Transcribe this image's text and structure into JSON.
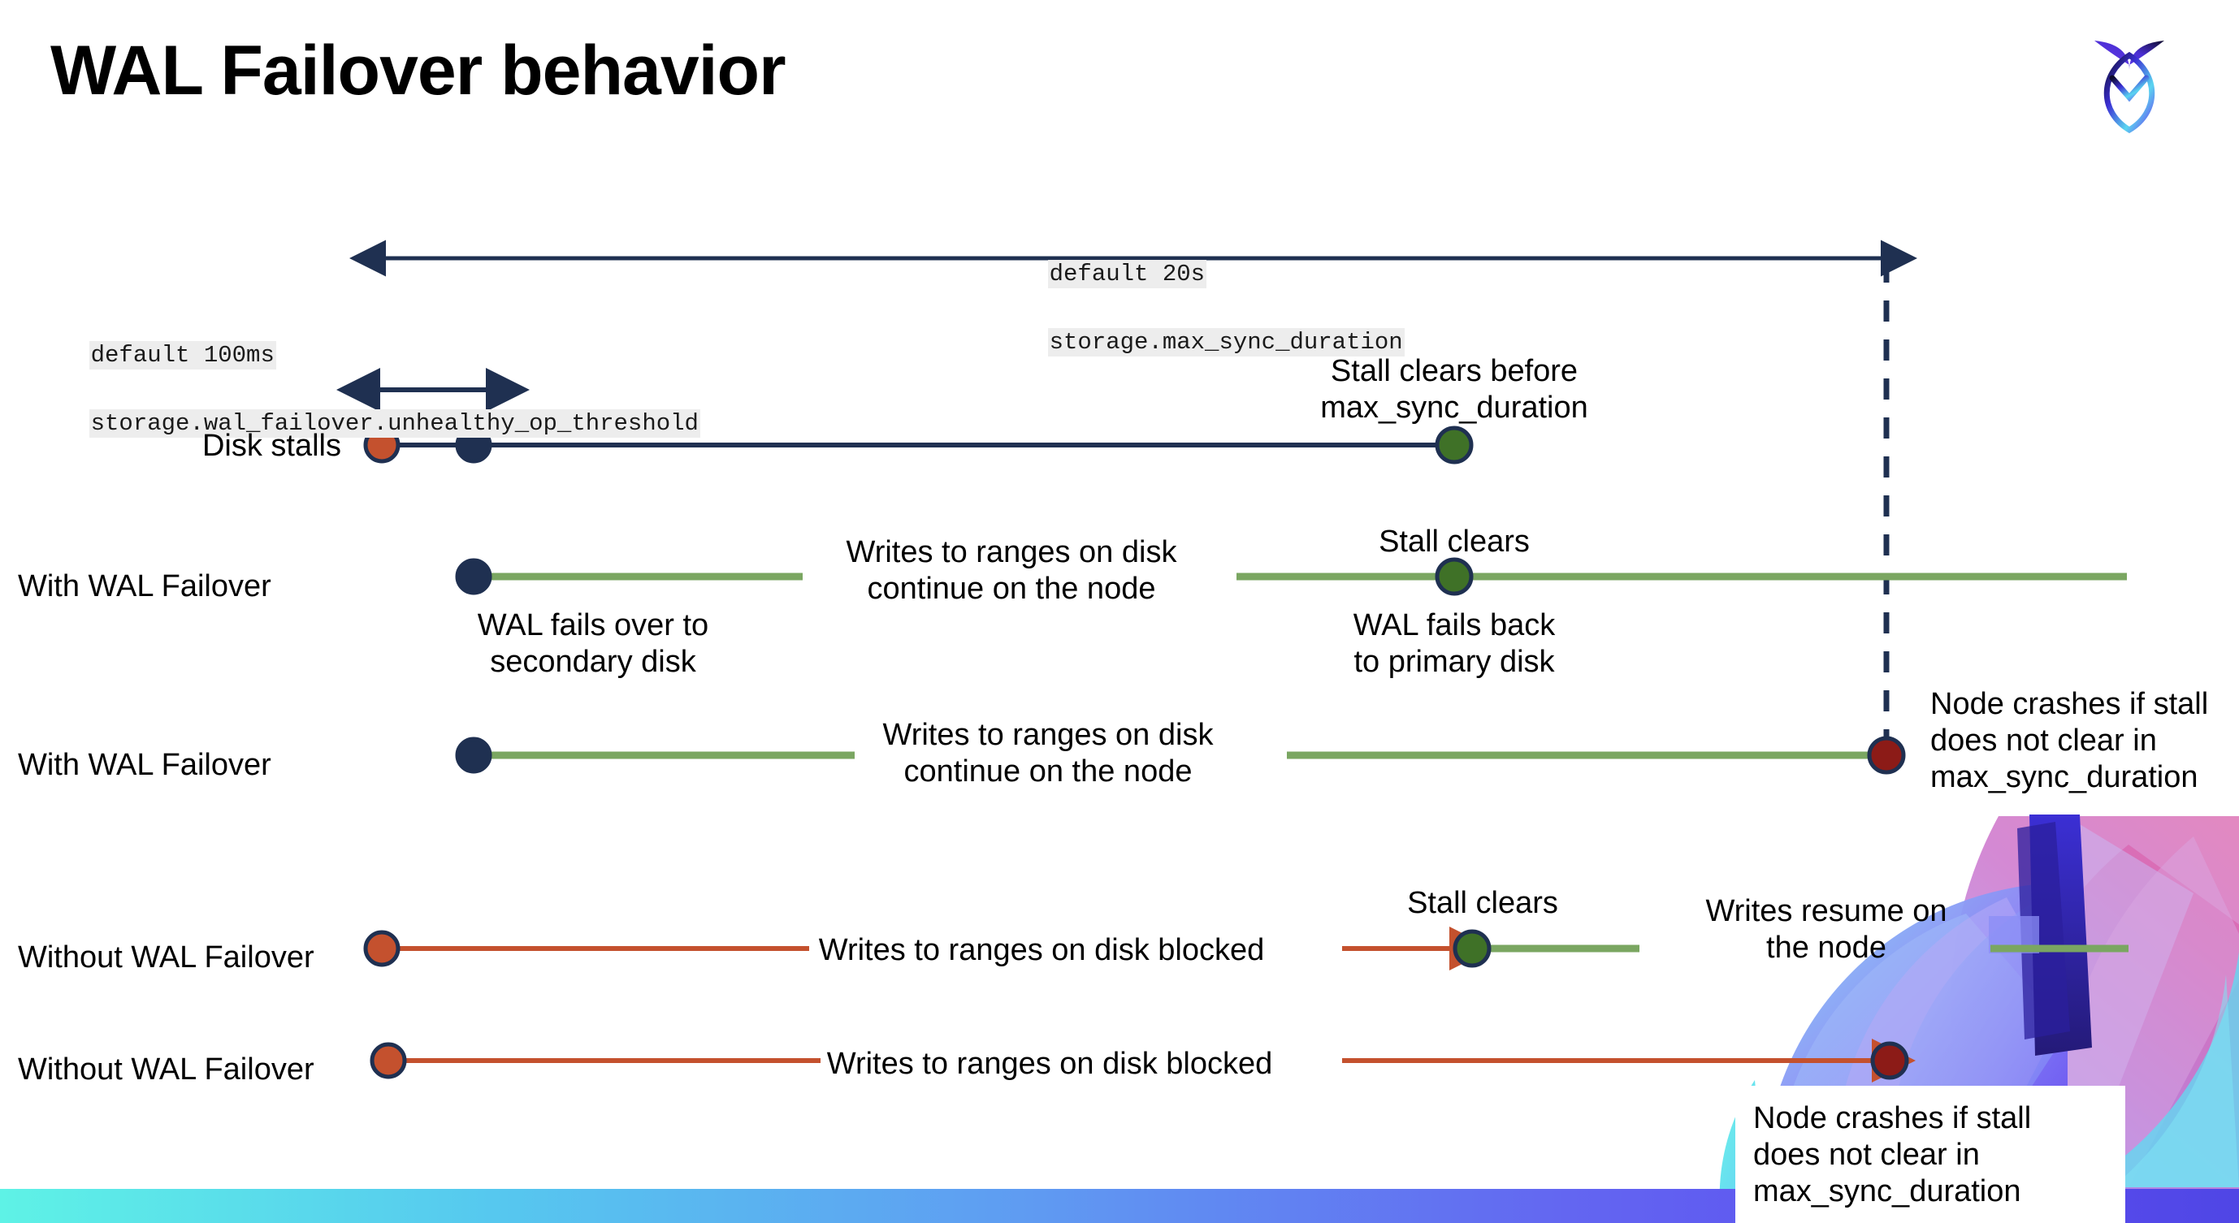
{
  "slide": {
    "title": "WAL Failover behavior",
    "logo_name": "cockroachdb-logo"
  },
  "settings": {
    "max_sync": {
      "default_label": "default 20s",
      "setting_name": "storage.max_sync_duration"
    },
    "unhealthy_op": {
      "default_label": "default 100ms",
      "setting_name": "storage.wal_failover.unhealthy_op_threshold"
    }
  },
  "rows": [
    {
      "id": "disk-stalls",
      "label": "Disk stalls",
      "annotation": "Stall clears before\nmax_sync_duration"
    },
    {
      "id": "with-wal-failover-clears",
      "label": "With WAL Failover",
      "start_note": "WAL fails over to\nsecondary disk",
      "mid_note": "Writes to ranges on disk\ncontinue on the node",
      "clear_note": "Stall clears",
      "end_note": "WAL fails  back\nto primary disk"
    },
    {
      "id": "with-wal-failover-crash",
      "label": "With WAL Failover",
      "mid_note": "Writes to ranges on disk\ncontinue on the node",
      "crash_note": "Node crashes if stall\ndoes not clear in\nmax_sync_duration"
    },
    {
      "id": "without-wal-failover-clears",
      "label": "Without WAL Failover",
      "mid_note": "Writes to ranges on disk  blocked",
      "clear_note": "Stall clears",
      "resume_note": "Writes resume on\nthe node"
    },
    {
      "id": "without-wal-failover-crash",
      "label": "Without WAL Failover",
      "mid_note": "Writes to ranges on disk  blocked",
      "crash_note": "Node crashes if stall\ndoes not clear in\nmax_sync_duration"
    }
  ],
  "colors": {
    "navy": "#1f3051",
    "green_line": "#7aa661",
    "green_dot": "#3f7127",
    "orange": "#c4512e",
    "red_dot": "#8c1b17",
    "code_bg": "#ededed",
    "strip_start": "#5ef2e6",
    "strip_end": "#4f46e5"
  }
}
